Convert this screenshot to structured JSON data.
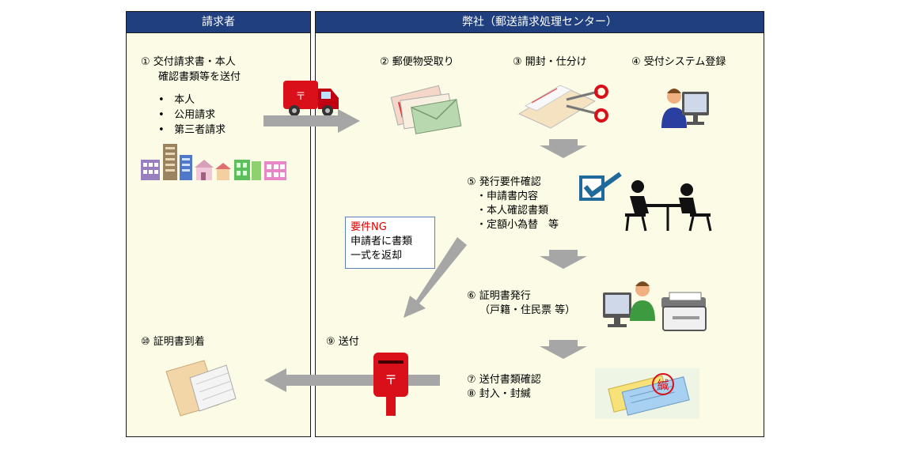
{
  "left_panel": {
    "header": "請求者",
    "step1_line1": "① 交付請求書・本人",
    "step1_line2": "確認書類等を送付",
    "bullets": [
      "本人",
      "公用請求",
      "第三者請求"
    ],
    "step10": "⑩ 証明書到着"
  },
  "right_panel": {
    "header": "弊社（郵送請求処理センター）",
    "step2": "② 郵便物受取り",
    "step3": "③ 開封・仕分け",
    "step4": "④ 受付システム登録",
    "step5_title": "⑤ 発行要件確認",
    "step5_items": [
      "・申請書内容",
      "・本人確認書類",
      "・定額小為替　等"
    ],
    "step6_line1": "⑥ 証明書発行",
    "step6_line2": "（戸籍・住民票 等）",
    "step7": "⑦ 送付書類確認",
    "step8": "⑧ 封入・封緘",
    "step9": "⑨ 送付",
    "stamp_text": "緘",
    "postbox_mark": "〒",
    "truck_mark": "〒"
  },
  "ng_note": {
    "title": "要件NG",
    "line1": "申請者に書類",
    "line2": "一式を返却"
  },
  "colors": {
    "header_bg": "#1f3f7f",
    "panel_bg": "#fbfbe6",
    "arrow": "#a6a6a6",
    "ng_red": "#e00000",
    "postbox_red": "#d9101a"
  }
}
